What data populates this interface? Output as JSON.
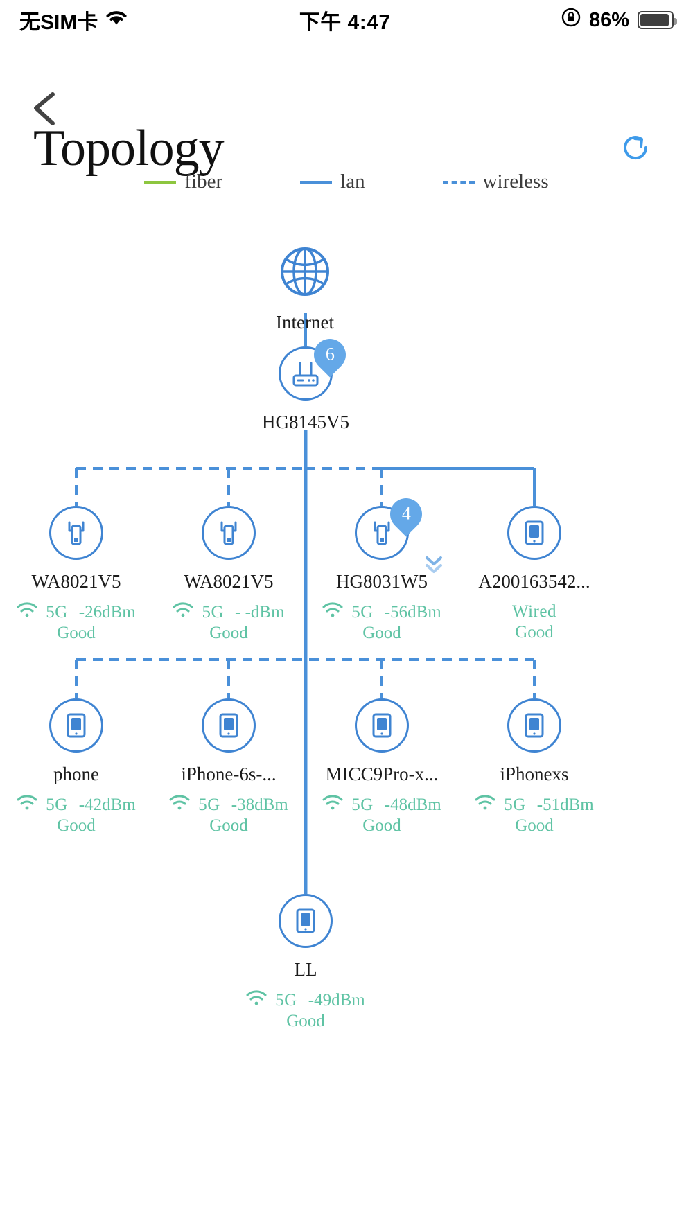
{
  "status_bar": {
    "carrier": "无SIM卡",
    "wifi_icon": "wifi-icon",
    "time": "下午 4:47",
    "rotation_lock_icon": "rotation-lock-icon",
    "battery_percent": "86%",
    "battery_icon": "battery-icon"
  },
  "header": {
    "back_icon": "back-chevron-icon",
    "title": "Topology",
    "refresh_icon": "refresh-icon"
  },
  "legend": [
    {
      "label": "fiber",
      "style": "solid",
      "color": "#8dc63f"
    },
    {
      "label": "lan",
      "style": "solid",
      "color": "#4a90d9"
    },
    {
      "label": "wireless",
      "style": "dashed",
      "color": "#4a90d9"
    }
  ],
  "topology": {
    "internet": {
      "label": "Internet",
      "icon": "globe-icon"
    },
    "gateway": {
      "label": "HG8145V5",
      "icon": "router-icon",
      "badge": "6"
    },
    "expand_icon": "double-chevron-down-icon",
    "row1": [
      {
        "label": "WA8021V5",
        "icon": "repeater-icon",
        "band": "5G",
        "rssi": "-26dBm",
        "quality": "Good",
        "link": "wireless",
        "signal_icon": "wifi-signal-icon"
      },
      {
        "label": "WA8021V5",
        "icon": "repeater-icon",
        "band": "5G",
        "rssi": "- -dBm",
        "quality": "Good",
        "link": "wireless",
        "signal_icon": "wifi-signal-icon"
      },
      {
        "label": "HG8031W5",
        "icon": "repeater-icon",
        "badge": "4",
        "band": "5G",
        "rssi": "-56dBm",
        "quality": "Good",
        "link": "wireless",
        "signal_icon": "wifi-signal-icon"
      },
      {
        "label": "A200163542...",
        "icon": "tablet-icon",
        "band": "Wired",
        "rssi": "",
        "quality": "Good",
        "link": "lan",
        "signal_icon": ""
      }
    ],
    "row2": [
      {
        "label": "phone",
        "icon": "tablet-icon",
        "band": "5G",
        "rssi": "-42dBm",
        "quality": "Good",
        "link": "wireless",
        "signal_icon": "wifi-signal-icon"
      },
      {
        "label": "iPhone-6s-...",
        "icon": "tablet-icon",
        "band": "5G",
        "rssi": "-38dBm",
        "quality": "Good",
        "link": "wireless",
        "signal_icon": "wifi-signal-icon"
      },
      {
        "label": "MICC9Pro-x...",
        "icon": "tablet-icon",
        "band": "5G",
        "rssi": "-48dBm",
        "quality": "Good",
        "link": "wireless",
        "signal_icon": "wifi-signal-icon"
      },
      {
        "label": "iPhonexs",
        "icon": "tablet-icon",
        "band": "5G",
        "rssi": "-51dBm",
        "quality": "Good",
        "link": "wireless",
        "signal_icon": "wifi-signal-icon"
      }
    ],
    "row3": [
      {
        "label": "LL",
        "icon": "tablet-icon",
        "band": "5G",
        "rssi": "-49dBm",
        "quality": "Good",
        "link": "wireless",
        "signal_icon": "wifi-signal-icon"
      }
    ]
  },
  "colors": {
    "node_blue": "#3f84d2",
    "line_blue": "#4a90d9",
    "signal_green": "#5fc3a4",
    "fiber_green": "#8dc63f",
    "badge_blue": "#64a8e8"
  }
}
